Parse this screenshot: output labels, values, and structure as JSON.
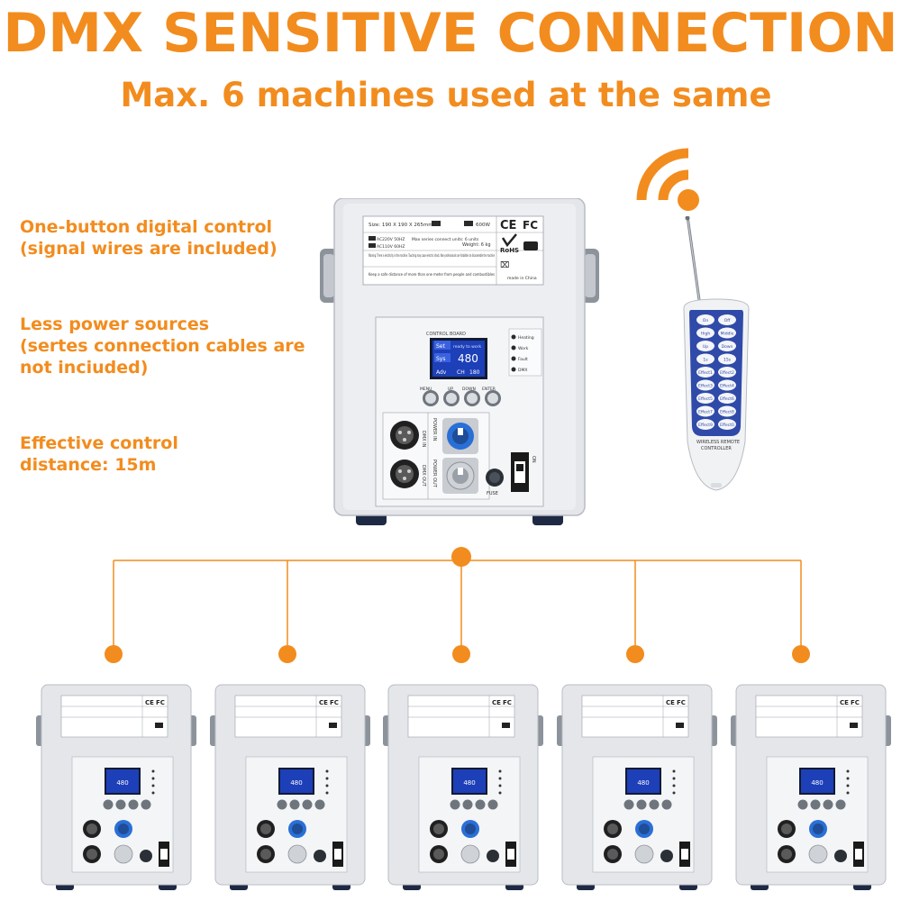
{
  "header": {
    "title": "DMX SENSITIVE CONNECTION",
    "subtitle": "Max. 6 machines used at the same"
  },
  "features": [
    {
      "text": "One-button digital control\n(signal wires are included)"
    },
    {
      "text": "Less power sources\n(sertes connection cables are\nnot inciuded)"
    },
    {
      "text": "Effective control\ndistance:  15m"
    }
  ],
  "colors": {
    "accent": "#f28c1e",
    "device_body": "#e6e8ec",
    "screen": "#1d3fb8",
    "remote_button": "#3046b8"
  },
  "main_machine": {
    "label_size": "Size: 190 X 190 X 265mm",
    "label_power": "600W",
    "label_voltage1": "AC220V 50HZ",
    "label_voltage2": "AC110V 60HZ",
    "label_series": "Max series connect units: 6 units",
    "label_weight": "Weight: 6 kg",
    "label_warning": "Warning: There is electricity in the machine. Touching may cause electric shock. Non-professionals are forbidden to disassemble the machine",
    "label_distance": "Keep a safe distance of more than one meter from people and combustibles",
    "label_made": "made in China",
    "cert_ce": "CE",
    "cert_fc": "FC",
    "cert_rohs": "RoHS",
    "control_board": "CONTROL BOARD",
    "screen_set": "Set",
    "screen_sys": "Sys",
    "screen_adv": "Adv",
    "screen_ready": "ready to work",
    "screen_value": "480",
    "screen_ch": "CH",
    "screen_180": "180",
    "led_heating": "Heating",
    "led_work": "Work",
    "led_fault": "Fault",
    "led_dmx": "DMX",
    "btn_menu": "MENU",
    "btn_up": "UP",
    "btn_down": "DOWN",
    "btn_enter": "ENTER",
    "dmx_in": "DMX IN",
    "dmx_out": "DMX OUT",
    "power_in": "POWER IN",
    "power_out": "POWER OUT",
    "fuse": "FUSE",
    "switch": "ON"
  },
  "remote": {
    "buttons": [
      [
        "On",
        "Off"
      ],
      [
        "High",
        "Middle"
      ],
      [
        "Up",
        "Down"
      ],
      [
        "1s",
        "15s"
      ],
      [
        "Effect1",
        "Effect2"
      ],
      [
        "Effect3",
        "Effect4"
      ],
      [
        "Effect5",
        "Effect6"
      ],
      [
        "Effect7",
        "Effect8"
      ],
      [
        "Effect9",
        "Effect0"
      ]
    ],
    "label_line1": "WIRELESS REMOTE",
    "label_line2": "CONTROLLER"
  },
  "chain": {
    "count": 5
  }
}
